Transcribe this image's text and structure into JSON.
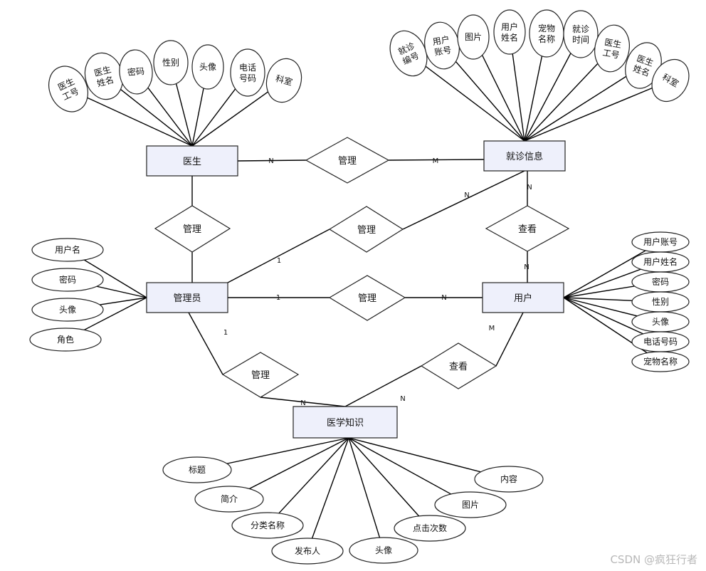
{
  "entities": {
    "doctor": "医生",
    "visit": "就诊信息",
    "admin": "管理员",
    "user": "用户",
    "knowledge": "医学知识"
  },
  "relationships": {
    "doctor_visit": "管理",
    "doctor_admin": "管理",
    "admin_visit": "管理",
    "admin_user": "管理",
    "user_visit": "查看",
    "admin_knowledge": "管理",
    "user_knowledge": "查看"
  },
  "cardinalities": {
    "doctor_visit_doctor": "N",
    "doctor_visit_visit": "M",
    "admin_visit_admin": "1",
    "admin_visit_visit": "N",
    "admin_user_admin": "1",
    "admin_user_user": "N",
    "user_visit_visit": "N",
    "user_visit_user": "N",
    "admin_knowledge_admin": "1",
    "admin_knowledge_knowledge": "N",
    "user_knowledge_user": "M",
    "user_knowledge_knowledge": "N"
  },
  "attributes": {
    "doctor": [
      "医生工号",
      "医生姓名",
      "密码",
      "性别",
      "头像",
      "电话号码",
      "科室"
    ],
    "visit": [
      "就诊编号",
      "用户账号",
      "图片",
      "用户姓名",
      "宠物名称",
      "就诊时间",
      "医生工号",
      "医生姓名",
      "科室"
    ],
    "admin": [
      "用户名",
      "密码",
      "头像",
      "角色"
    ],
    "user": [
      "用户账号",
      "用户姓名",
      "密码",
      "性别",
      "头像",
      "电话号码",
      "宠物名称"
    ],
    "knowledge": [
      "标题",
      "简介",
      "分类名称",
      "发布人",
      "头像",
      "点击次数",
      "图片",
      "内容"
    ]
  },
  "watermark": "CSDN @疯狂行者"
}
